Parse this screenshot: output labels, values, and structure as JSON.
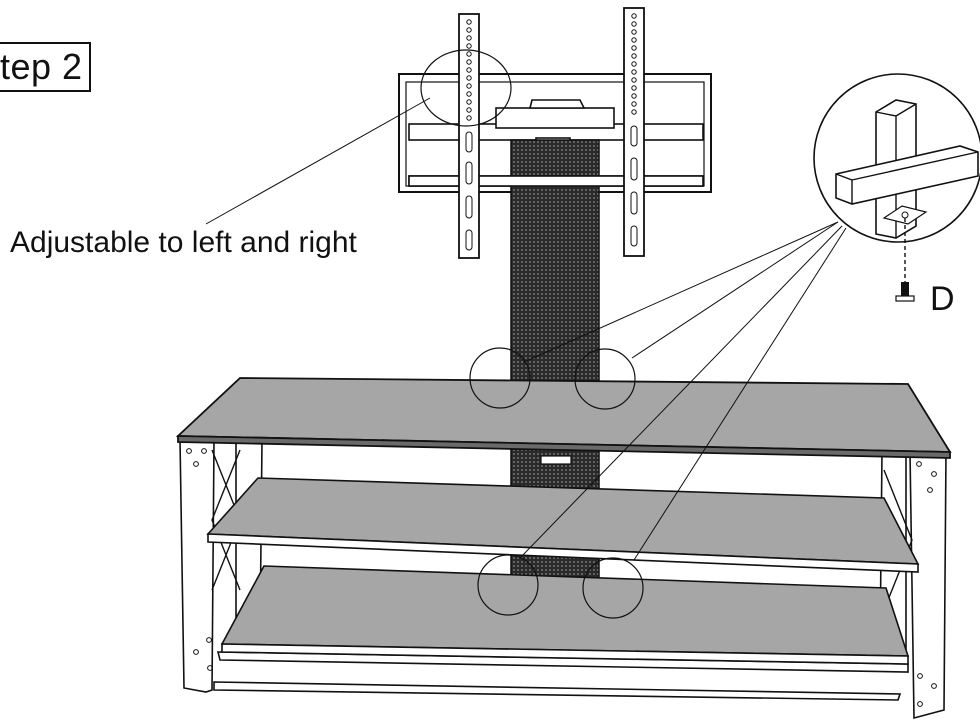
{
  "step_label": "tep 2",
  "callouts": {
    "adjust_label": "Adjustable to left and right",
    "part_label": "D"
  },
  "colors": {
    "shelf_fill": "#a7a6a6",
    "line": "#111111",
    "column_fill": "#1c1c1c",
    "background": "#ffffff"
  }
}
